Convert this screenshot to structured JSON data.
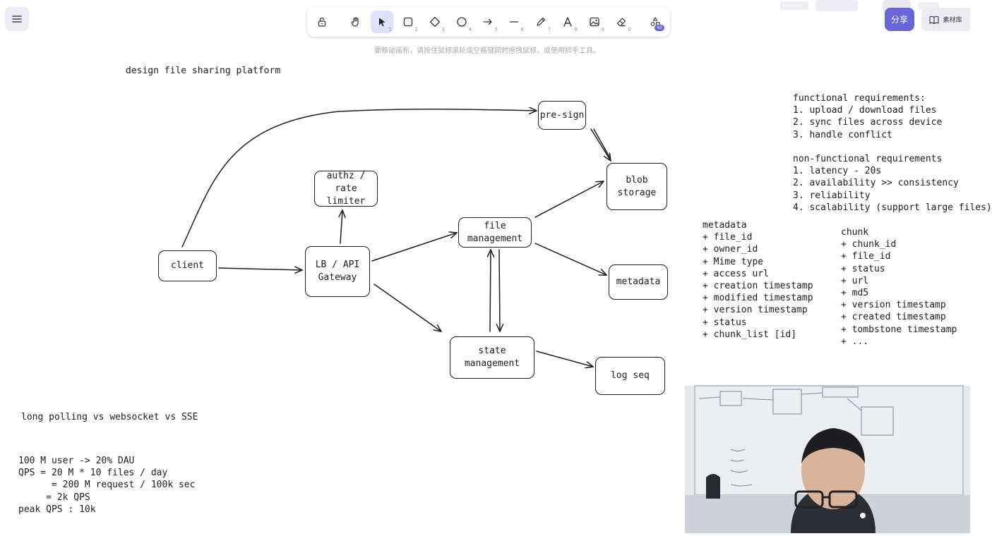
{
  "toolbar": {
    "tools": [
      {
        "name": "lock-tool",
        "key": ""
      },
      {
        "name": "hand-tool",
        "key": ""
      },
      {
        "name": "selection-tool",
        "key": "1"
      },
      {
        "name": "rectangle-tool",
        "key": "2"
      },
      {
        "name": "diamond-tool",
        "key": "3"
      },
      {
        "name": "ellipse-tool",
        "key": "4"
      },
      {
        "name": "arrow-tool",
        "key": "5"
      },
      {
        "name": "line-tool",
        "key": "6"
      },
      {
        "name": "draw-tool",
        "key": "7"
      },
      {
        "name": "text-tool",
        "key": "8"
      },
      {
        "name": "image-tool",
        "key": "9"
      },
      {
        "name": "eraser-tool",
        "key": "0"
      },
      {
        "name": "library-tool",
        "key": ""
      }
    ],
    "library_badge": "42",
    "hint": "要移动画布，请按住鼠标滚轮或空格键同时拖拽鼠标，或使用抓手工具。"
  },
  "header": {
    "share_label": "分享",
    "library_label": "素材库"
  },
  "canvas": {
    "title": "design file sharing platform",
    "nodes": {
      "client": "client",
      "gateway": "LB / API\nGateway",
      "authz": "authz /\nrate limiter",
      "presign": "pre-sign",
      "blob": "blob\nstorage",
      "file_mgmt": "file\nmanagement",
      "metadata": "metadata",
      "state_mgmt": "state\nmanagement",
      "log_seq": "log seq"
    },
    "functional_title": "functional requirements:",
    "functional": [
      "1. upload / download files",
      "2. sync files across device",
      "3. handle conflict"
    ],
    "nonfunctional_title": "non-functional requirements",
    "nonfunctional": [
      "1. latency - 20s",
      "2. availability >> consistency",
      "3. reliability",
      "4. scalability (support large files)"
    ],
    "metadata_title": "metadata",
    "metadata_fields": [
      "+ file_id",
      "+ owner_id",
      "+ Mime type",
      "+ access url",
      "+ creation timestamp",
      "+ modified timestamp",
      "+ version timestamp",
      "+ status",
      "+ chunk_list [id]"
    ],
    "chunk_title": "chunk",
    "chunk_fields": [
      "+ chunk_id",
      "+ file_id",
      "+ status",
      "+ url",
      "+ md5",
      "+ version timestamp",
      "+ created timestamp",
      "+ tombstone timestamp",
      "+ ..."
    ],
    "polling_note": "long polling vs websocket vs SSE",
    "qps_lines": [
      "100 M user -> 20% DAU",
      "QPS = 20 M * 10 files / day",
      "      = 200 M request / 100k sec",
      "     = 2k QPS",
      "peak QPS : 10k"
    ]
  },
  "colors": {
    "accent": "#6965db",
    "active_tool_bg": "#e0dfff",
    "stroke": "#1e1e1e",
    "menu_bg": "#ececf4"
  }
}
